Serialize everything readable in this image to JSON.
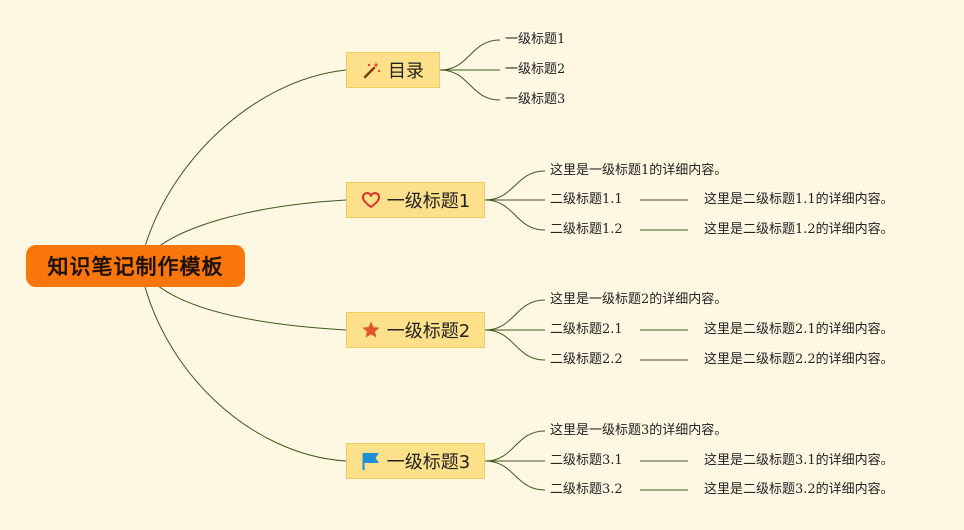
{
  "root": {
    "label": "知识笔记制作模板"
  },
  "toc": {
    "label": "目录",
    "icon": "magic-wand-icon",
    "items": [
      "一级标题1",
      "一级标题2",
      "一级标题3"
    ]
  },
  "sections": [
    {
      "label": "一级标题1",
      "icon": "heart-icon",
      "detail": "这里是一级标题1的详细内容。",
      "subs": [
        {
          "label": "二级标题1.1",
          "detail": "这里是二级标题1.1的详细内容。"
        },
        {
          "label": "二级标题1.2",
          "detail": "这里是二级标题1.2的详细内容。"
        }
      ]
    },
    {
      "label": "一级标题2",
      "icon": "star-icon",
      "detail": "这里是一级标题2的详细内容。",
      "subs": [
        {
          "label": "二级标题2.1",
          "detail": "这里是二级标题2.1的详细内容。"
        },
        {
          "label": "二级标题2.2",
          "detail": "这里是二级标题2.2的详细内容。"
        }
      ]
    },
    {
      "label": "一级标题3",
      "icon": "flag-icon",
      "detail": "这里是一级标题3的详细内容。",
      "subs": [
        {
          "label": "二级标题3.1",
          "detail": "这里是二级标题3.1的详细内容。"
        },
        {
          "label": "二级标题3.2",
          "detail": "这里是二级标题3.2的详细内容。"
        }
      ]
    }
  ],
  "colors": {
    "background": "#FEF7E2",
    "root_fill": "#F9760A",
    "node_fill": "#FDE08A",
    "line": "#3D5A1C",
    "heart": "#D9342B",
    "star": "#E0552A",
    "flag": "#1E8FD6"
  }
}
